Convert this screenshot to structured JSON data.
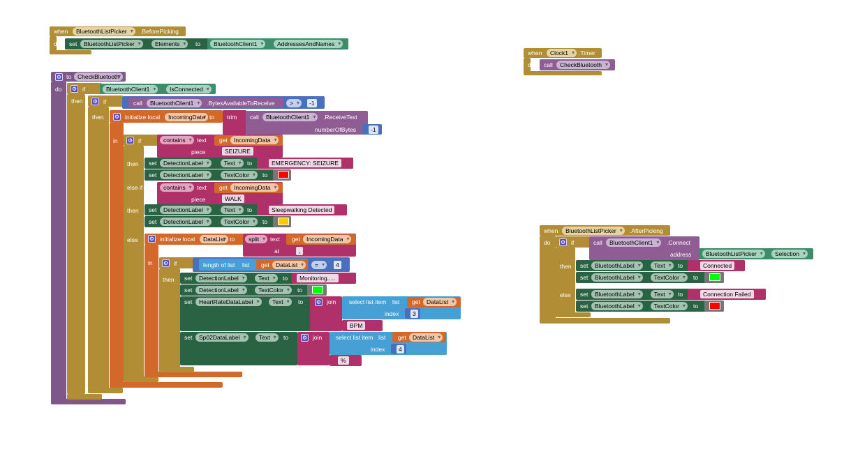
{
  "kw": {
    "when": "when",
    "do": "do",
    "to": "to",
    "set": "set",
    "call": "call",
    "if": "if",
    "then": "then",
    "else": "else",
    "else_if": "else if",
    "in": "in",
    "initialize_local": "initialize local",
    "trim": "trim",
    "get": "get",
    "contains": "contains",
    "text": "text",
    "piece": "piece",
    "split": "split",
    "at": "at",
    "length_of_list": "length of list",
    "list": "list",
    "join": "join",
    "select_list_item": "select list item",
    "index": "index",
    "number_of_bytes": "numberOfBytes",
    "address": "address"
  },
  "before_picking": {
    "component": "BluetoothListPicker",
    "event": ".BeforePicking",
    "set_component": "BluetoothListPicker",
    "set_property": "Elements",
    "source_component": "BluetoothClient1",
    "source_property": "AddressesAndNames"
  },
  "timer": {
    "component": "Clock1",
    "event": ".Timer",
    "procedure": "CheckBluetooth"
  },
  "check_bluetooth": {
    "name": "CheckBluetooth",
    "client": "BluetoothClient1",
    "is_connected": "IsConnected",
    "bytes_method": ".BytesAvailableToReceive",
    "compare_op": ">",
    "compare_value": "-1",
    "var_incoming": "IncomingData",
    "receive_method": ".ReceiveText",
    "bytes_value": "-1",
    "seizure_text": "SEIZURE",
    "detection_label": "DetectionLabel",
    "text_prop": "Text",
    "textcolor_prop": "TextColor",
    "emergency_text": "EMERGENCY: SEIZURE",
    "walk_text": "WALK",
    "sleepwalk_text": "Sleepwalking Detected",
    "var_datalist": "DataList",
    "split_at": ",",
    "eq_op": "=",
    "list_len": "4",
    "monitoring_text": "Monitoring.....",
    "heart_label": "HeartRateDataLabel",
    "index_3": "3",
    "bpm_text": " BPM",
    "spo2_label": "Sp02DataLabel",
    "index_4": "4",
    "percent_text": " %"
  },
  "after_picking": {
    "component": "BluetoothListPicker",
    "event": ".AfterPicking",
    "client": "BluetoothClient1",
    "connect_method": ".Connect",
    "picker": "BluetoothListPicker",
    "selection": "Selection",
    "label": "BluetoothLabel",
    "text_prop": "Text",
    "textcolor_prop": "TextColor",
    "connected_text": "Connected",
    "failed_text": "Connection Failed"
  },
  "colors": {
    "red": "#ff0000",
    "yellow": "#ffc800",
    "lime": "#00ff00"
  }
}
